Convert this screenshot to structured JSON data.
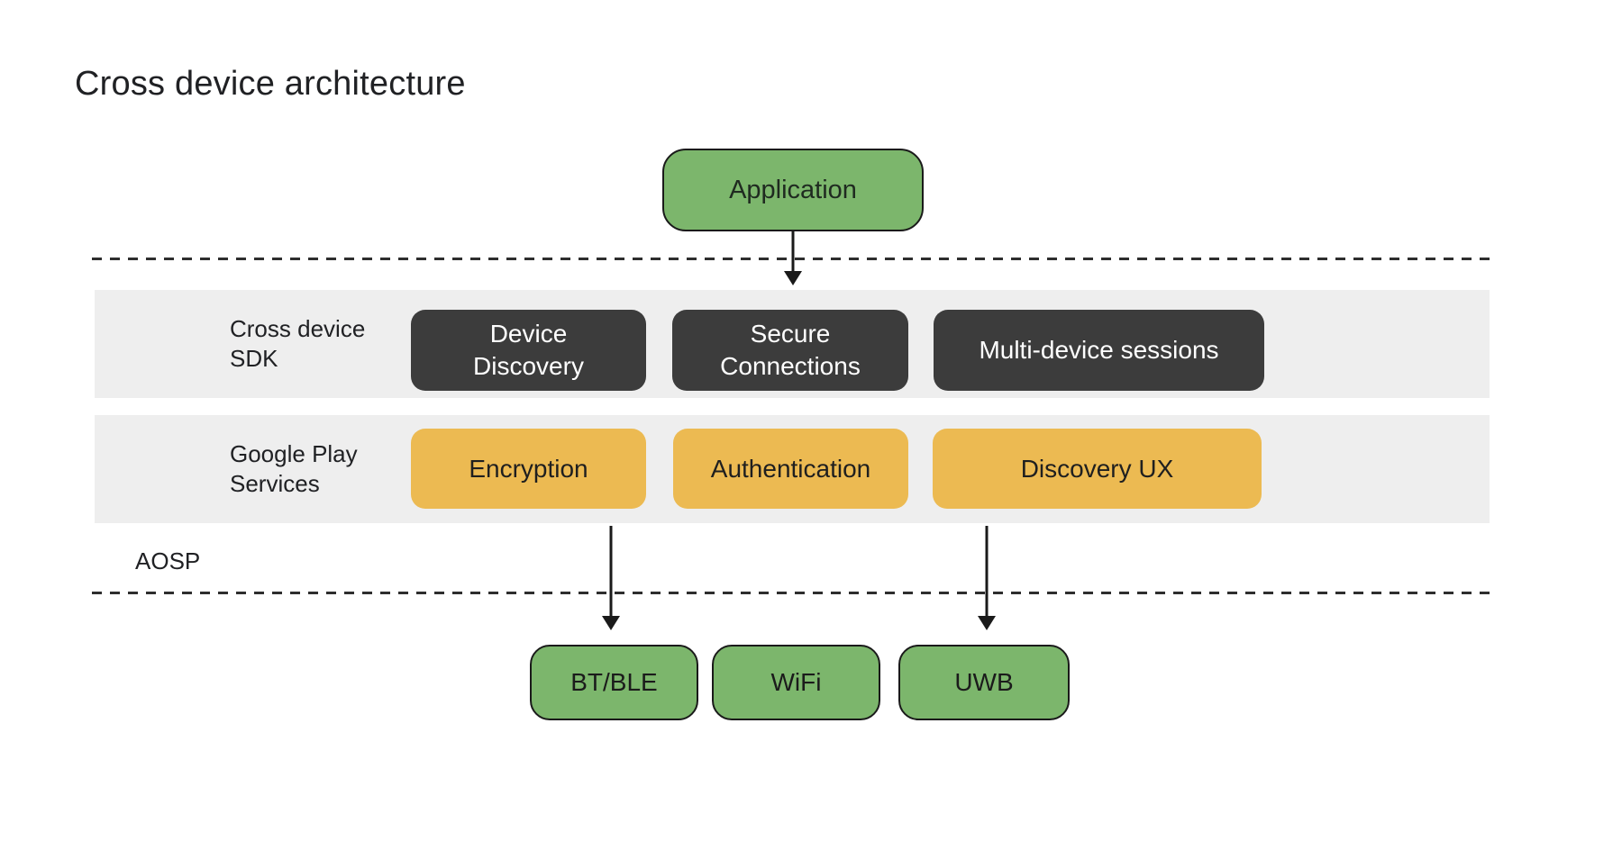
{
  "title": "Cross device architecture",
  "application": {
    "label": "Application"
  },
  "layers": {
    "sdk": {
      "label_lines": [
        "Cross device",
        "SDK"
      ],
      "boxes": [
        {
          "lines": [
            "Device",
            "Discovery"
          ]
        },
        {
          "lines": [
            "Secure",
            "Connections"
          ]
        },
        {
          "lines": [
            "Multi-device sessions"
          ]
        }
      ]
    },
    "gps": {
      "label_lines": [
        "Google Play",
        "Services"
      ],
      "boxes": [
        {
          "lines": [
            "Encryption"
          ]
        },
        {
          "lines": [
            "Authentication"
          ]
        },
        {
          "lines": [
            "Discovery UX"
          ]
        }
      ]
    },
    "aosp": {
      "label": "AOSP"
    }
  },
  "transports": [
    {
      "label": "BT/BLE"
    },
    {
      "label": "WiFi"
    },
    {
      "label": "UWB"
    }
  ],
  "colors": {
    "application_green": "#7cb66c",
    "sdk_box_dark": "#3c3c3c",
    "gps_box_yellow": "#ecba52",
    "band_gray": "#eeeeee",
    "text_dark": "#202124",
    "text_light": "#ffffff",
    "line_dark": "#1a1a1a"
  }
}
